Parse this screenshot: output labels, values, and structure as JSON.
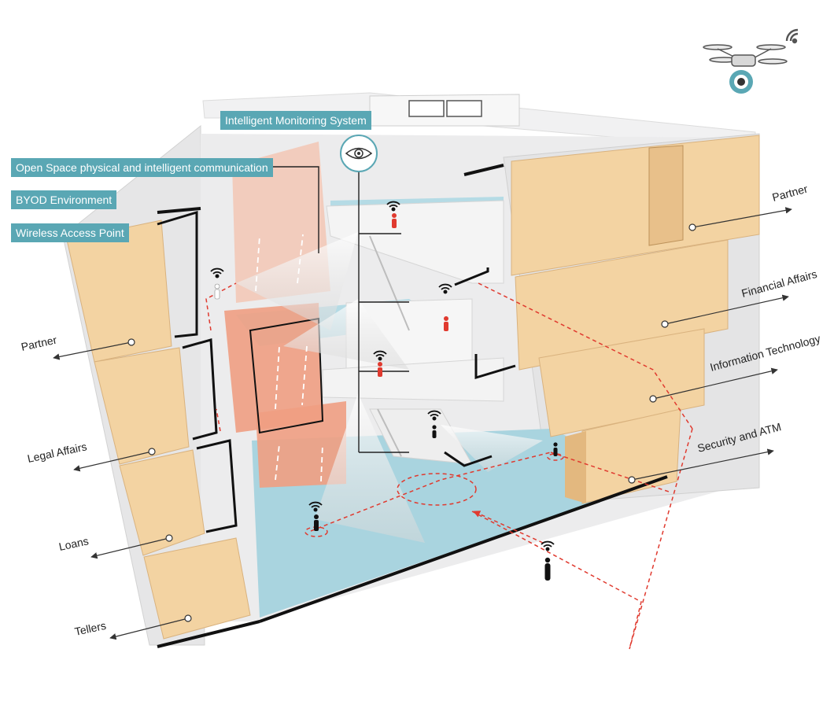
{
  "legend": {
    "monitoring": "Intelligent Monitoring System",
    "open_space": "Open Space physical and intelligent communication",
    "byod": "BYOD Environment",
    "wireless": "Wireless Access Point"
  },
  "departments_left": {
    "partner": "Partner",
    "legal": "Legal Affairs",
    "loans": "Loans",
    "tellers": "Tellers"
  },
  "departments_right": {
    "partner": "Partner",
    "financial": "Financial Affairs",
    "it": "Information Technology",
    "security": "Security and ATM"
  },
  "colors": {
    "tag": "#5aa7b4",
    "panel": "#f3d3a2",
    "panel_edge": "#d9b27e",
    "floor": "#a9d4df",
    "void": "#f0b69b",
    "sensor": "#e03a2f",
    "wall": "#e9e9ea"
  }
}
